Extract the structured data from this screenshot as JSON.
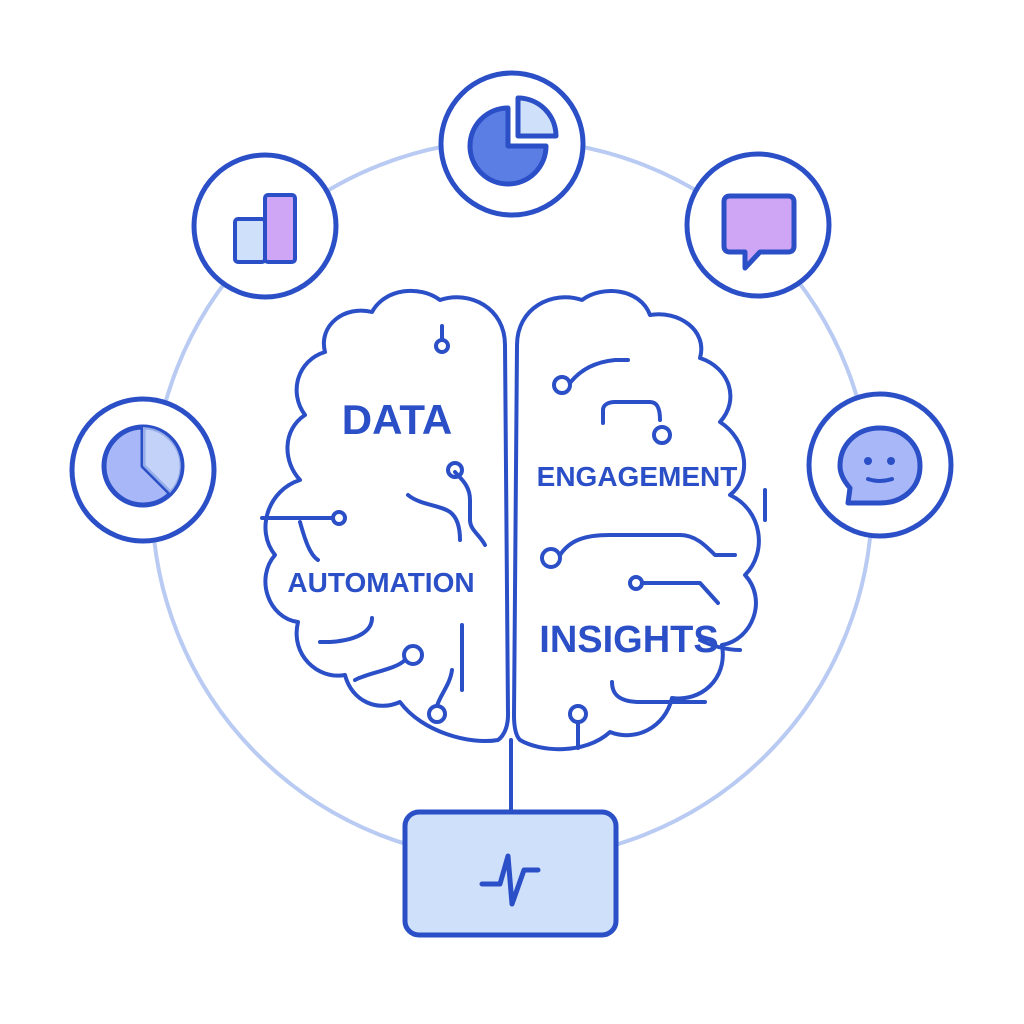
{
  "brain": {
    "labels": {
      "data": "DATA",
      "engagement": "ENGAGEMENT",
      "automation": "AUTOMATION",
      "insights": "INSIGHTS"
    }
  },
  "nodes": [
    {
      "id": "pie-chart",
      "icon": "pie-chart-icon"
    },
    {
      "id": "bar-chart",
      "icon": "bar-chart-icon"
    },
    {
      "id": "chat-bubble",
      "icon": "chat-bubble-icon"
    },
    {
      "id": "clock",
      "icon": "clock-icon"
    },
    {
      "id": "smiley-chat",
      "icon": "smiley-chat-icon"
    }
  ],
  "device": {
    "icon": "pulse-icon"
  },
  "colors": {
    "stroke": "#2b4fc7",
    "ring": "#b9cbf2",
    "fill_blue": "#5b7ee5",
    "fill_light": "#cfe0fb",
    "fill_purple": "#cfa6f5",
    "fill_periwinkle": "#a8b7f7",
    "background": "#ffffff"
  }
}
